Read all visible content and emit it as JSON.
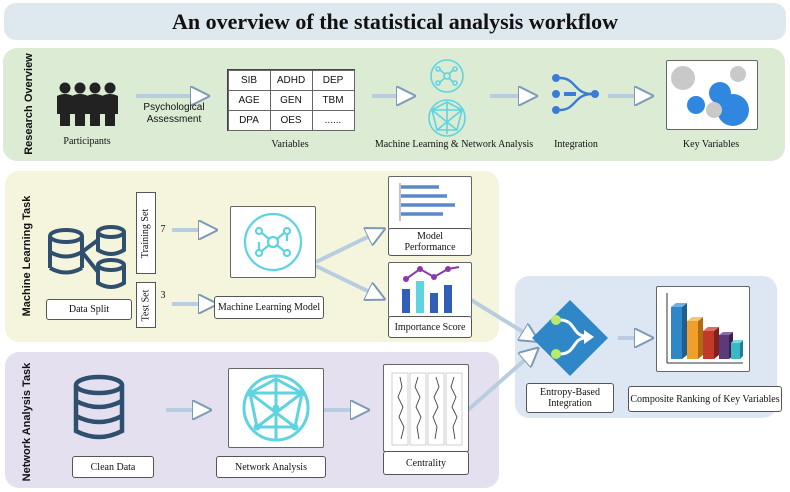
{
  "title": "An overview of the statistical analysis workflow",
  "research": {
    "label": "Research Overview",
    "participants": "Participants",
    "assessment": "Psychological\nAssessment",
    "variables_caption": "Variables",
    "variables": [
      "SIB",
      "ADHD",
      "DEP",
      "AGE",
      "GEN",
      "TBM",
      "DPA",
      "OES",
      "......"
    ],
    "ml_net": "Machine Learning & Network Analysis",
    "integration": "Integration",
    "key_variables": "Key Variables"
  },
  "ml": {
    "label": "Machine Learning Task",
    "data_split": "Data Split",
    "training_set": "Training Set",
    "training_ratio": "7",
    "test_set": "Test Set",
    "test_ratio": "3",
    "model": "Machine Learning Model",
    "performance": "Model\nPerformance",
    "importance": "Importance Score"
  },
  "network": {
    "label": "Network Analysis Task",
    "clean_data": "Clean Data",
    "analysis": "Network Analysis",
    "centrality": "Centrality"
  },
  "integration": {
    "entropy": "Entropy-Based\nIntegration",
    "ranking": "Composite Ranking of Key Variables"
  },
  "colors": {
    "research_panel": "#dcebd4",
    "ml_panel": "#f4f5dc",
    "network_panel": "#e5e0f0",
    "integration_panel": "#dde7f3",
    "arrow": "#c8d8ea",
    "db_blue": "#2f4f6e",
    "teal": "#5fd3e0",
    "brain_blue": "#2f87c8"
  }
}
